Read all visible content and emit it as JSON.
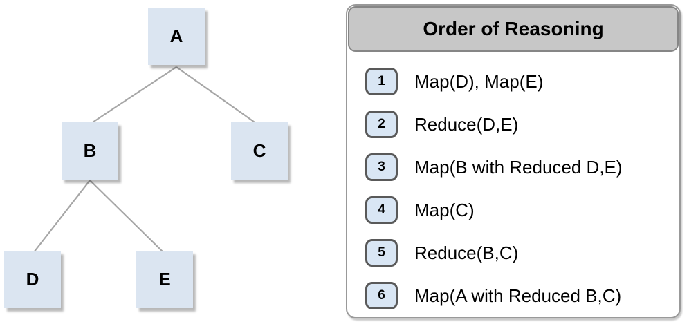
{
  "tree": {
    "nodes": [
      {
        "id": "A",
        "label": "A"
      },
      {
        "id": "B",
        "label": "B"
      },
      {
        "id": "C",
        "label": "C"
      },
      {
        "id": "D",
        "label": "D"
      },
      {
        "id": "E",
        "label": "E"
      }
    ],
    "edges": [
      {
        "from": "A",
        "to": "B"
      },
      {
        "from": "A",
        "to": "C"
      },
      {
        "from": "B",
        "to": "D"
      },
      {
        "from": "B",
        "to": "E"
      }
    ]
  },
  "legend": {
    "title": "Order of Reasoning",
    "steps": [
      {
        "num": "1",
        "text": "Map(D), Map(E)"
      },
      {
        "num": "2",
        "text": "Reduce(D,E)"
      },
      {
        "num": "3",
        "text": "Map(B with Reduced D,E)"
      },
      {
        "num": "4",
        "text": "Map(C)"
      },
      {
        "num": "5",
        "text": "Reduce(B,C)"
      },
      {
        "num": "6",
        "text": "Map(A with Reduced B,C)"
      }
    ]
  },
  "colors": {
    "node_fill": "#dbe5f1",
    "edge_line": "#a6a6a6",
    "header_fill": "#c7c7c7",
    "panel_border": "#999999",
    "badge_fill": "#d9e6f4",
    "badge_border": "#595959"
  }
}
